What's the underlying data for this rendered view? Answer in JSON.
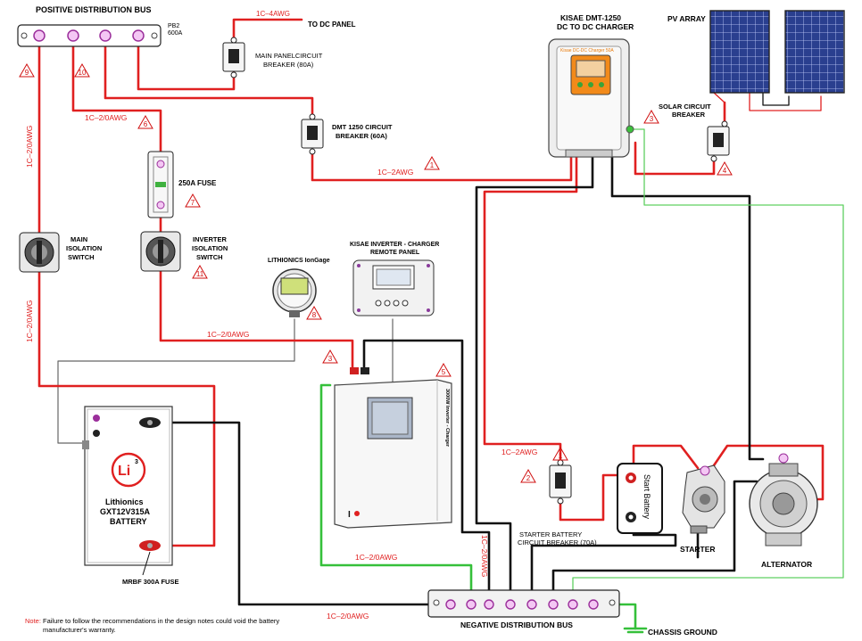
{
  "labels": {
    "pos_bus": "POSITIVE DISTRIBUTION BUS",
    "pb2": "PB2",
    "pb2_rating": "600A",
    "to_dc_panel": "TO DC PANEL",
    "wire_1c4": "1C–4AWG",
    "main_panel_breaker_1": "MAIN PANELCIRCUIT",
    "main_panel_breaker_2": "BREAKER (80A)",
    "dmt_title_1": "KISAE DMT-1250",
    "dmt_title_2": "DC TO DC CHARGER",
    "dmt_brand": "Kisae DC-DC Charger 50A",
    "pv_array": "PV ARRAY",
    "solar_breaker_1": "SOLAR CIRCUIT",
    "solar_breaker_2": "BREAKER",
    "dmt_breaker_1": "DMT 1250 CIRCUIT",
    "dmt_breaker_2": "BREAKER (60A)",
    "wire_1c2_0awg": "1C–2/0AWG",
    "wire_1c2awg": "1C–2AWG",
    "fuse_250": "250A FUSE",
    "main_iso_1": "MAIN",
    "main_iso_2": "ISOLATION",
    "main_iso_3": "SWITCH",
    "inv_iso_1": "INVERTER",
    "inv_iso_2": "ISOLATION",
    "inv_iso_3": "SWITCH",
    "iongage": "LITHIONICS IonGage",
    "remote_1": "KISAE INVERTER - CHARGER",
    "remote_2": "REMOTE PANEL",
    "inverter_text": "3000W Inverter - Charger",
    "battery_1": "Lithionics",
    "battery_2": "GXT12V315A",
    "battery_3": "BATTERY",
    "li_logo": "Li",
    "li_sup": "3",
    "mrbf_fuse": "MRBF 300A FUSE",
    "start_battery": "Start Battery",
    "starter_breaker_1": "STARTER BATTERY",
    "starter_breaker_2": "CIRCUIT BREAKER (70A)",
    "starter": "STARTER",
    "alternator": "ALTERNATOR",
    "neg_bus": "NEGATIVE DISTRIBUTION BUS",
    "chassis_ground": "CHASSIS GROUND",
    "note_label": "Note:",
    "note_1": "Failure to follow the recommendations in the design notes could void the battery",
    "note_2": "manufacturer's warranty."
  },
  "callouts": [
    "9",
    "10",
    "6",
    "7",
    "11",
    "8",
    "3",
    "5",
    "1",
    "3",
    "4",
    "1",
    "2"
  ],
  "colors": {
    "positive_wire": "#e02020",
    "negative_wire": "#111111",
    "green_wire": "#35c03a",
    "signal_wire": "#666666",
    "callout": "#d01010"
  }
}
